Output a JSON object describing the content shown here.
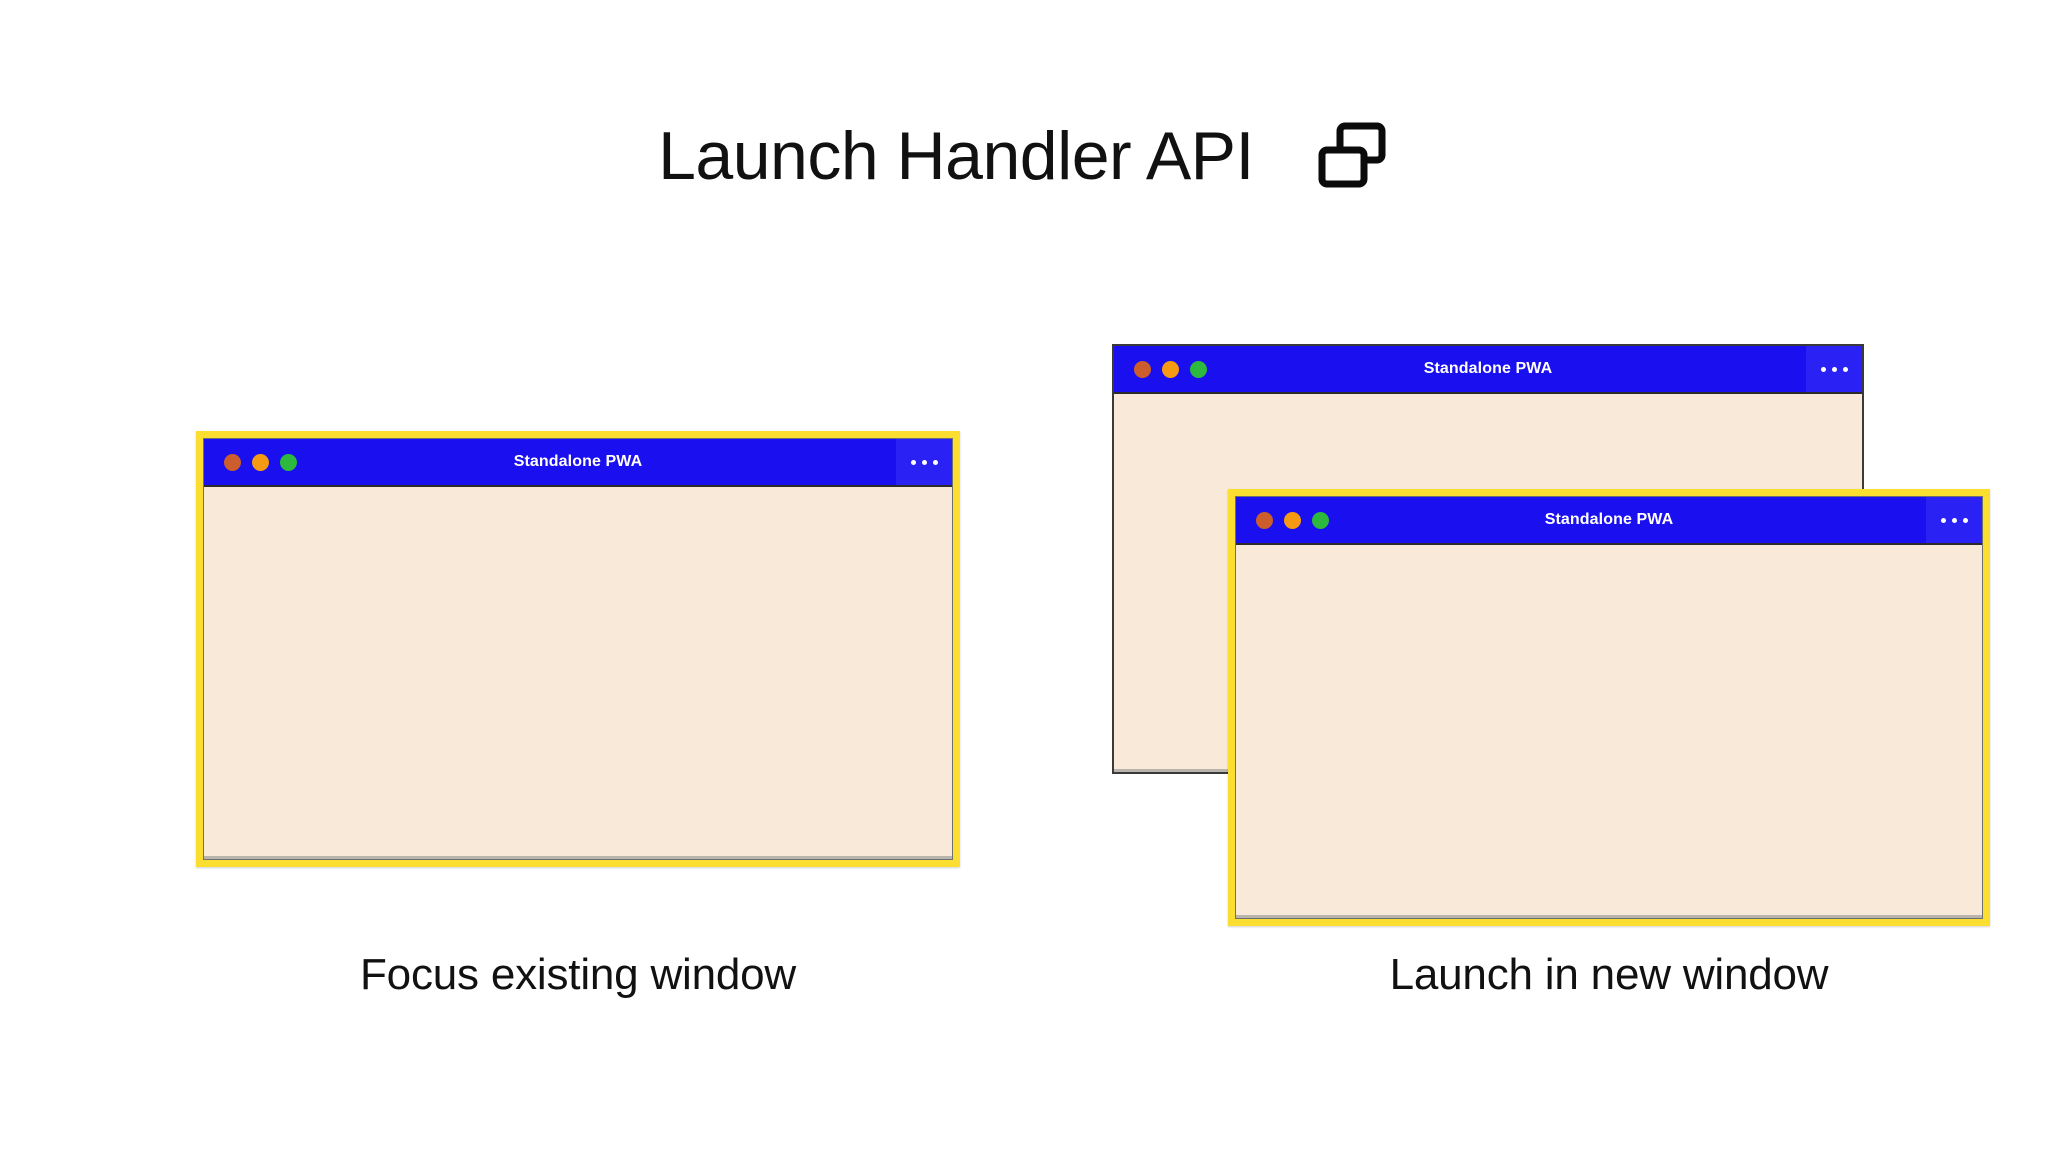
{
  "header": {
    "title": "Launch Handler API",
    "icon": "two-windows-icon"
  },
  "colors": {
    "background": "#FFFFFF",
    "titlebar_blue": "#1A0FEE",
    "menu_blue": "#2A22F4",
    "window_body_cream": "#F8E9D9",
    "highlight_yellow": "#FBDE30",
    "plain_border_gray": "#3A3A3A",
    "dot_red": "#CB5E2C",
    "dot_yellow": "#F59A12",
    "dot_green": "#2DB93E",
    "text_dark": "#111111",
    "title_text": "#FFFFFF"
  },
  "scenarios": [
    {
      "id": "focus-existing",
      "caption": "Focus existing window",
      "windows": [
        {
          "id": "focus-window",
          "title": "Standalone PWA",
          "highlighted": true,
          "menu_label": "More options",
          "traffic_lights": [
            "close",
            "minimize",
            "maximize"
          ]
        }
      ]
    },
    {
      "id": "launch-new",
      "caption": "Launch in new window",
      "windows": [
        {
          "id": "new-back-window",
          "title": "Standalone PWA",
          "highlighted": false,
          "menu_label": "More options",
          "traffic_lights": [
            "close",
            "minimize",
            "maximize"
          ]
        },
        {
          "id": "new-front-window",
          "title": "Standalone PWA",
          "highlighted": true,
          "menu_label": "More options",
          "traffic_lights": [
            "close",
            "minimize",
            "maximize"
          ]
        }
      ]
    }
  ]
}
